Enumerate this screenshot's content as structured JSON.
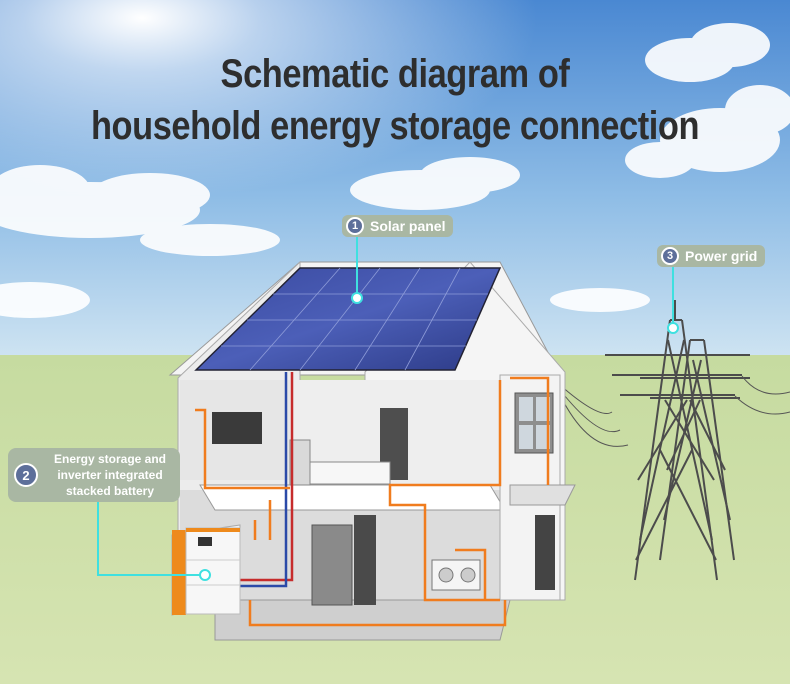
{
  "title": {
    "line1": "Schematic diagram of",
    "line2": "household energy storage connection"
  },
  "callouts": [
    {
      "number": "1",
      "label": "Solar panel"
    },
    {
      "number": "2",
      "label": "Energy storage and inverter integrated stacked battery"
    },
    {
      "number": "3",
      "label": "Power grid"
    }
  ],
  "colors": {
    "sky_top": "#4f8fd6",
    "sky_bottom": "#bcd9ef",
    "grass": "#c9dc9c",
    "callout_bg": "#a9b7a3",
    "badge": "#5d6f9a",
    "leader_line": "#3fe0e0",
    "wire_orange": "#f07c1e",
    "battery_orange": "#ee8a1c",
    "title": "#2e2e2e"
  }
}
